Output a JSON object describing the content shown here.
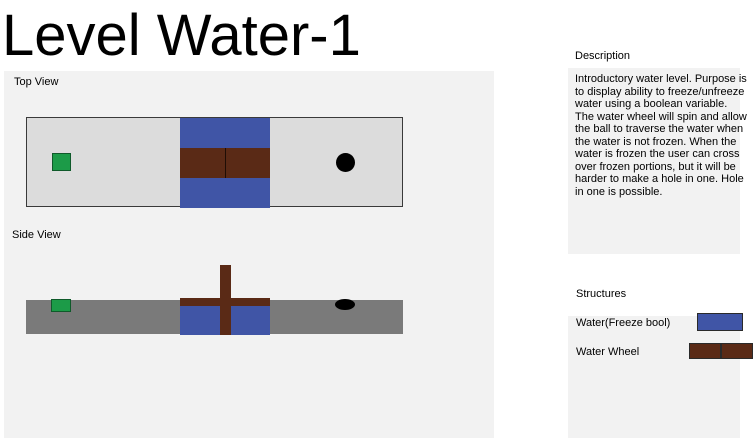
{
  "title": "Level Water-1",
  "views": {
    "top_label": "Top View",
    "side_label": "Side View"
  },
  "description": {
    "heading": "Description",
    "text": "Introductory water level. Purpose is to display ability to freeze/unfreeze water using a boolean variable. The water wheel will spin and allow the ball to traverse the water when the water is not frozen. When the water is frozen the user can cross over frozen portions, but it will be harder to make a hole in one. Hole in one is possible."
  },
  "structures": {
    "heading": "Structures",
    "items": [
      {
        "label": "Water(Freeze bool)",
        "color": "#4055a6",
        "icon": "water-swatch"
      },
      {
        "label": "Water Wheel",
        "color": "#5a2a16",
        "icon": "water-wheel-swatch"
      }
    ]
  },
  "colors": {
    "water": "#4055a6",
    "wheel": "#5a2a16",
    "start": "#1c9b48",
    "hole": "#000000",
    "board_top": "#dcdcdc",
    "board_side": "#7a7a7a",
    "panel": "#f2f2f2"
  }
}
